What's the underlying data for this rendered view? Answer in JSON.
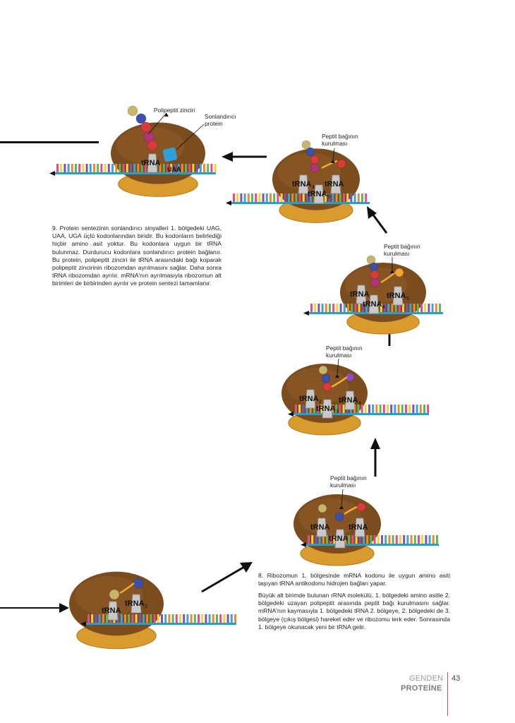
{
  "colors": {
    "ribosome_large": "#7a4c1e",
    "ribosome_small": "#d99a2e",
    "mrna_backbone": "#2a9fc6",
    "codon_colors": [
      "#e94b8a",
      "#f2d43a",
      "#7a55b5",
      "#3fa3d8",
      "#f28a2a",
      "#5cb85c"
    ],
    "amino_acids": [
      "#c7b66a",
      "#3d4fa8",
      "#d93a3a",
      "#b3347a",
      "#f2a531",
      "#8e4bb5"
    ],
    "stop_protein": "#2f9fd8",
    "footer_accent": "#e44b5a"
  },
  "labels": {
    "polypeptide": "Polipeptit zinciri",
    "release_factor_line1": "Sonlandırıcı",
    "release_factor_line2": "protein",
    "peptide_bond_line1": "Peptit bağının",
    "peptide_bond_line2": "kurulması",
    "trna": "tRNA",
    "stop_codon": "UAA"
  },
  "text": {
    "step9": "9. Protein sentezinin sonlandırıcı sinyalleri 1. bölgedeki UAG, UAA, UGA üçlü kodonlarından biridir. Bu kodonların belirlediği hiçbir amino asit yoktur. Bu kodonlara uygun bir tRNA bulunmaz. Durdurucu kodonlara sonlandırıcı protein bağlanır. Bu protein, polipeptit zinciri ile tRNA arasındaki bağı koparak polipeptit zincirinin ribozomdan ayrılmasını sağlar. Daha sonra tRNA ribozomdan ayrılır. mRNA'nın ayrılmasıyla ribozomun alt birimleri de birbirinden ayrılır ve protein sentezi tamamlanır.",
    "step8_a": "8. Ribozomun 1. bölgesinde mRNA kodonu ile uygun amino asiti taşıyan tRNA antikodonu hidrojen bağları yapar.",
    "step8_b": "Büyük alt birimde bulunan rRNA molekülü, 1. bölgedeki amino asitle 2. bölgedeki uzayan polipeptit arasında peptit bağı kurulmasını sağlar. mRNA'nın kaymasıyla 1. bölgedeki tRNA 2. bölgeye, 2. bölgedeki de 3. bölgeye (çıkış bölgesi) hareket eder ve ribozomu terk eder. Sonrasında 1. bölgeye okunacak yeni bir tRNA gelir."
  },
  "footer": {
    "title_top": "GENDEN",
    "title_bottom": "PROTEİNE",
    "page_number": "43"
  }
}
